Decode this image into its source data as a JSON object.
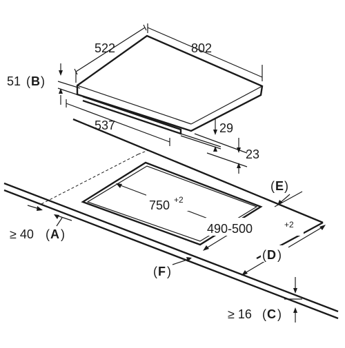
{
  "dimensions": {
    "depth_top": "522",
    "width_top": "802",
    "frame_height": "51",
    "frame_height_label": "B",
    "frame_depth": "537",
    "underside_height": "29",
    "thickness": "23",
    "cutout_width": "750",
    "cutout_width_tol": "+2",
    "cutout_depth": "490-500",
    "cutout_depth_tol": "+2",
    "min_front": "≥ 40",
    "min_front_label": "A",
    "min_bottom": "≥ 16",
    "min_bottom_label": "C"
  },
  "labels": {
    "D": "D",
    "E": "E",
    "F": "F"
  }
}
